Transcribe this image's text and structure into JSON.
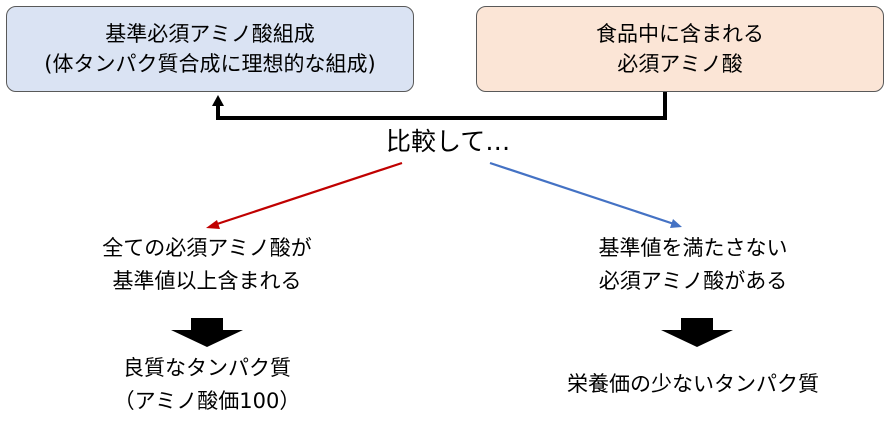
{
  "colors": {
    "left_box_fill": "#dae3f3",
    "right_box_fill": "#fbe5d6",
    "box_border": "#595959",
    "left_arrow": "#c00000",
    "right_arrow": "#4472c4",
    "bracket_arrow": "#000000"
  },
  "boxes": {
    "reference": {
      "line1": "基準必須アミノ酸組成",
      "line2": "(体タンパク質合成に理想的な組成)"
    },
    "food": {
      "line1": "食品中に含まれる",
      "line2": "必須アミノ酸"
    }
  },
  "compare_label": "比較して…",
  "left_branch": {
    "condition_line1": "全ての必須アミノ酸が",
    "condition_line2": "基準値以上含まれる",
    "result_line1": "良質なタンパク質",
    "result_line2": "（アミノ酸価100）"
  },
  "right_branch": {
    "condition_line1": "基準値を満たさない",
    "condition_line2": "必須アミノ酸がある",
    "result_line1": "栄養価の少ないタンパク質"
  }
}
